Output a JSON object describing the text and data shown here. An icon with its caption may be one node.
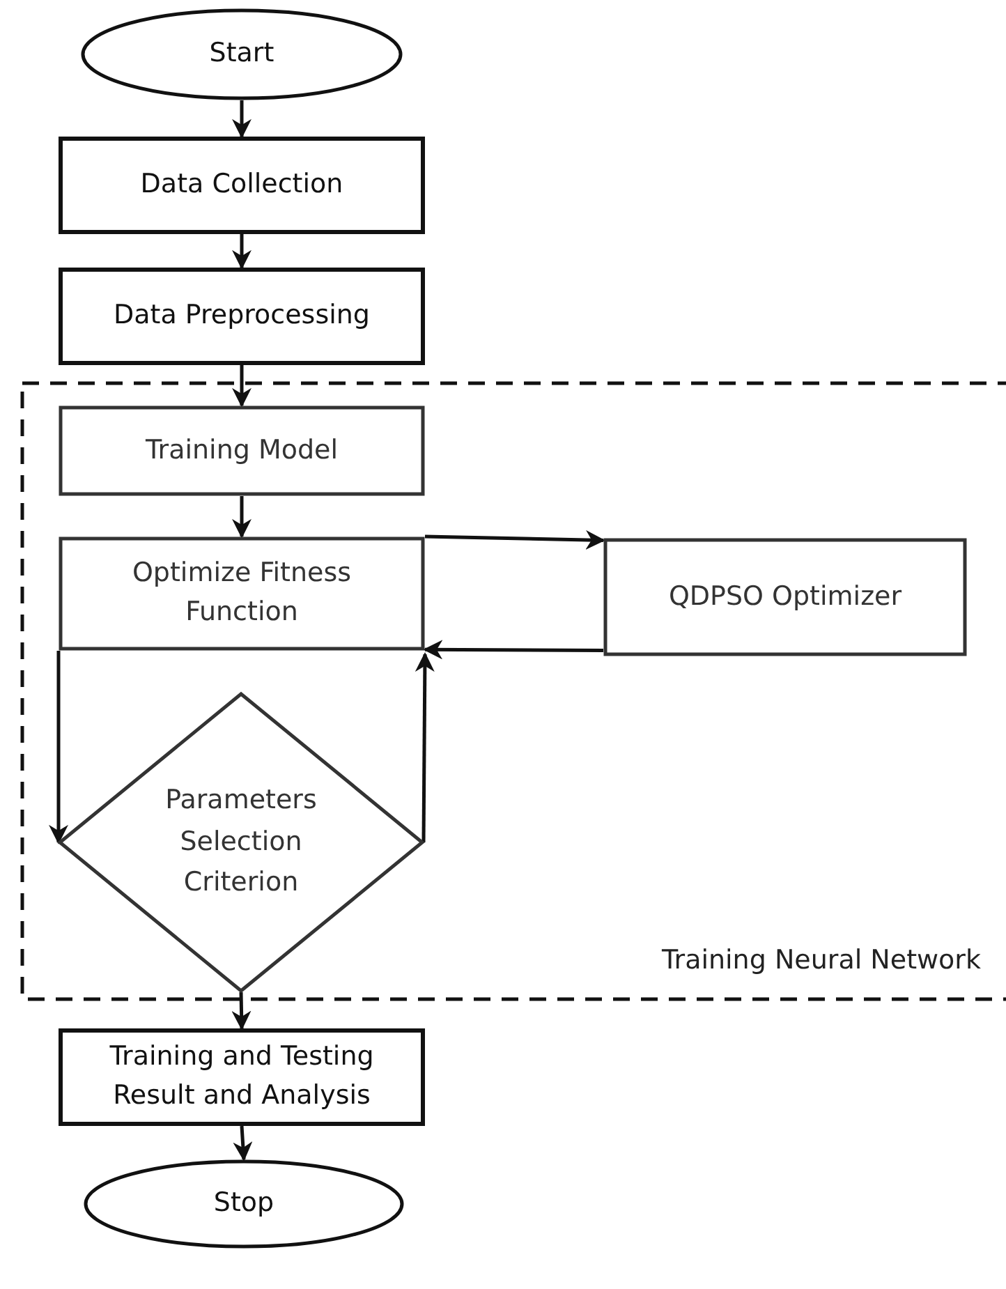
{
  "diagram": {
    "nodes": [
      {
        "text": [
          "Start"
        ]
      },
      {
        "text": [
          "Data Collection"
        ]
      },
      {
        "text": [
          "Data Preprocessing"
        ]
      },
      {
        "text": [
          "Training Neural Network"
        ]
      },
      {
        "text": [
          "Training Model"
        ],
        "in": 3
      },
      {
        "text": [
          "Optimize Fitness Function"
        ],
        "in": 3
      },
      {
        "text": [
          "QDPSO Optimizer"
        ],
        "in": 3
      },
      {
        "text": [
          "Parameters Selection Criterion"
        ],
        "in": 3
      },
      {
        "text": [
          "Training and Testing Result and Analysis"
        ]
      },
      {
        "text": [
          "Stop"
        ]
      }
    ],
    "edges": [
      {
        "from": 0,
        "to": 1,
        "arrow": "to"
      },
      {
        "from": 1,
        "to": 2,
        "arrow": "to"
      },
      {
        "from": 2,
        "to": 4,
        "arrow": "to"
      },
      {
        "from": 4,
        "to": 5,
        "arrow": "to"
      },
      {
        "from": 5,
        "to": 6,
        "arrow": "to"
      },
      {
        "from": 6,
        "to": 5,
        "arrow": "to"
      },
      {
        "from": 5,
        "to": 7,
        "arrow": "to"
      },
      {
        "from": 7,
        "to": 5,
        "arrow": "to"
      },
      {
        "from": 7,
        "to": 8,
        "arrow": "to"
      },
      {
        "from": 8,
        "to": 9,
        "arrow": "to"
      }
    ]
  }
}
